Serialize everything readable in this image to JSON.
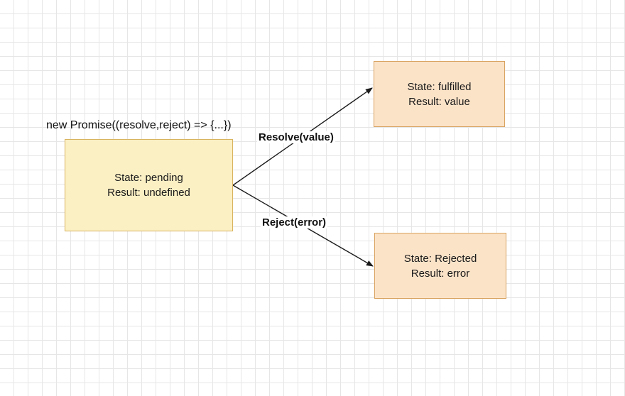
{
  "caption": "new Promise((resolve,reject) => {...})",
  "pending": {
    "state": "State: pending",
    "result": "Result: undefined"
  },
  "fulfilled": {
    "state": "State: fulfilled",
    "result": "Result: value"
  },
  "rejected": {
    "state": "State: Rejected",
    "result": "Result: error"
  },
  "edges": {
    "resolve": "Resolve(value)",
    "reject": "Reject(error)"
  },
  "colors": {
    "pending_fill": "#fbefc4",
    "settled_fill": "#fbe3c8",
    "arrow": "#1a1a1a",
    "grid": "#e6e6e6"
  }
}
